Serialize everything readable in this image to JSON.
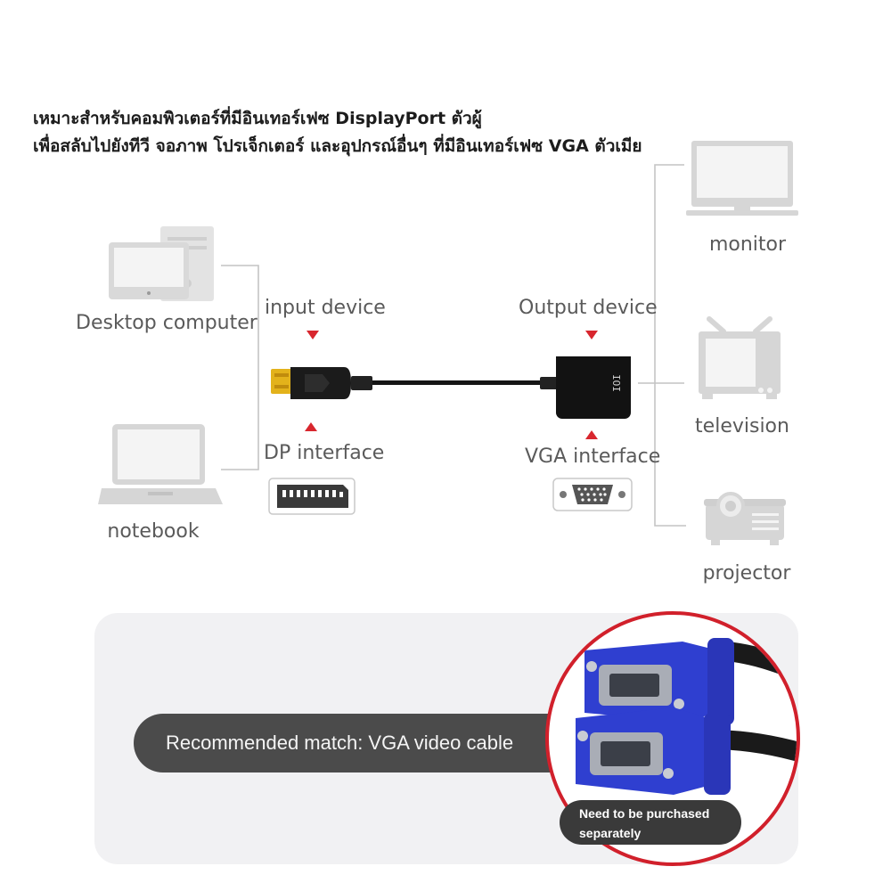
{
  "header": {
    "line1": "เหมาะสำหรับคอมพิวเตอร์ที่มีอินเทอร์เฟซ DisplayPort ตัวผู้",
    "line2": "เพื่อสลับไปยังทีวี จอภาพ โปรเจ็กเตอร์ และอุปกรณ์อื่นๆ ที่มีอินเทอร์เฟซ VGA ตัวเมีย"
  },
  "inputs": {
    "desktop_label": "Desktop computer",
    "notebook_label": "notebook"
  },
  "adapter": {
    "input_device_label": "input device",
    "output_device_label": "Output device",
    "dp_interface_label": "DP interface",
    "vga_interface_label": "VGA interface",
    "adapter_mark": "IOI"
  },
  "outputs": {
    "monitor_label": "monitor",
    "television_label": "television",
    "projector_label": "projector"
  },
  "recommendation": {
    "text": "Recommended match: VGA video cable",
    "badge_line1": "Need to be purchased",
    "badge_line2": "separately"
  },
  "colors": {
    "accent_red": "#d8262e",
    "device_gray": "#d6d6d6",
    "cable_blue": "#2f3fd0",
    "connector_gold": "#e3b21b"
  }
}
